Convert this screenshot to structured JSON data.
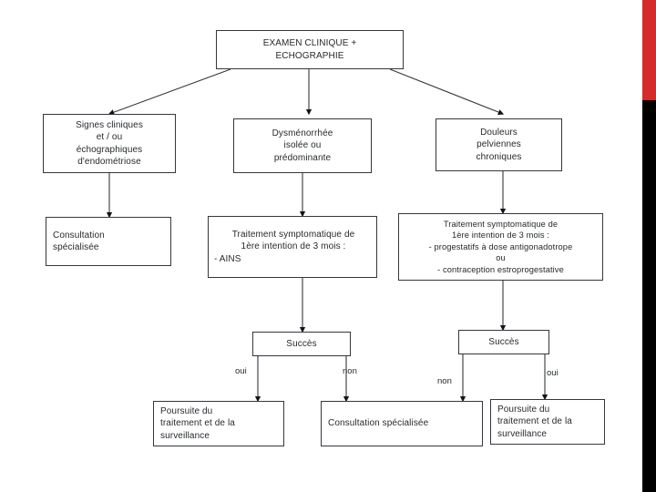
{
  "slide": {
    "background": "#ffffff",
    "accent_red": "#d62b2b",
    "accent_black": "#000000",
    "line_color": "#33383d"
  },
  "flowchart": {
    "title": "EXAMEN CLINIQUE + ECHOGRAPHIE",
    "nodes": {
      "root": {
        "lines": [
          "EXAMEN CLINIQUE +",
          "ECHOGRAPHIE"
        ]
      },
      "branch_left": {
        "lines": [
          "Signes cliniques",
          "et / ou",
          "échographiques",
          "d'endométriose"
        ]
      },
      "branch_mid": {
        "lines": [
          "Dysménorrhée",
          "isolée ou",
          "prédominante"
        ]
      },
      "branch_right": {
        "lines": [
          "Douleurs",
          "pelviennes",
          "chroniques"
        ]
      },
      "consult_left": {
        "lines": [
          "Consultation",
          "spécialisée"
        ]
      },
      "treat_mid": {
        "head": [
          "Traitement symptomatique de",
          "1ère intention de 3 mois :"
        ],
        "items": [
          "- AINS"
        ]
      },
      "treat_right": {
        "head": [
          "Traitement symptomatique de",
          "1ère intention de 3 mois :"
        ],
        "items": [
          "- progestatifs à dose antigonadotrope",
          "ou",
          "- contraception estroprogestative"
        ]
      },
      "success_mid": {
        "label": "Succès"
      },
      "success_right": {
        "label": "Succès"
      },
      "outcome_left": {
        "lines": [
          "Poursuite du",
          "traitement et de la",
          "surveillance"
        ]
      },
      "outcome_mid": {
        "lines": [
          "Consultation spécialisée"
        ]
      },
      "outcome_right": {
        "lines": [
          "Poursuite du",
          "traitement et de la",
          "surveillance"
        ]
      }
    },
    "edge_labels": {
      "mid_oui": "oui",
      "mid_non": "non",
      "right_non": "non",
      "right_oui": "oui"
    }
  }
}
